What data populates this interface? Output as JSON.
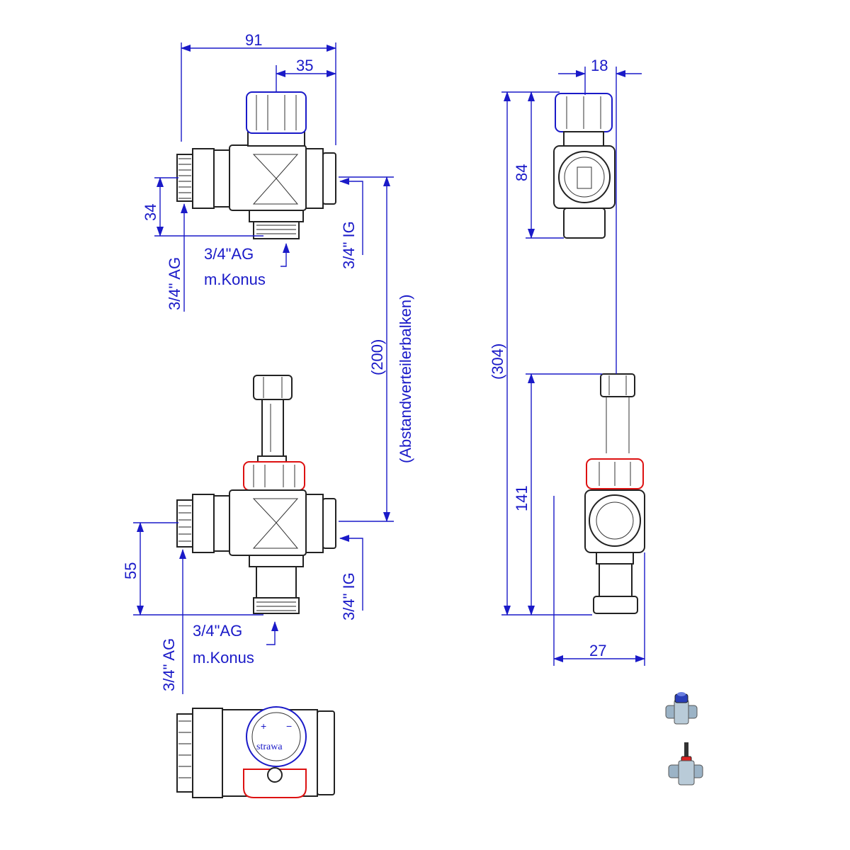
{
  "dimensions": {
    "top_width": "91",
    "top_inner": "35",
    "top_height": "34",
    "right_width": "18",
    "right_upper": "84",
    "right_total": "(304)",
    "right_lower": "141",
    "right_bottom": "27",
    "spacing": "(200)",
    "spacing_label": "(Abstandverteilerbalken)",
    "lower_height": "55"
  },
  "labels": {
    "ag_side_top": "3/4\" AG",
    "ag_bottom_top_l1": "3/4\"AG",
    "ag_bottom_top_l2": "m.Konus",
    "ig_top": "3/4\" IG",
    "ag_side_bottom": "3/4\" AG",
    "ag_bottom_bottom_l1": "3/4\"AG",
    "ag_bottom_bottom_l2": "m.Konus",
    "ig_bottom": "3/4\" IG",
    "brand": "strawa"
  }
}
